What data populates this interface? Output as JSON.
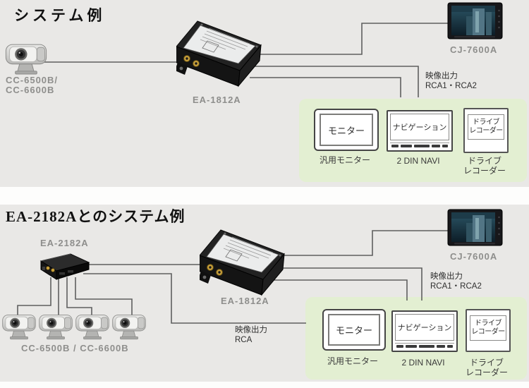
{
  "colors": {
    "section_bg": "#e9e8e6",
    "panel_green": "#e3efd2",
    "cable": "#5f5f5f",
    "model_label_gray": "#8e8e8c"
  },
  "s1": {
    "title": "システム例",
    "camera_model_l1": "CC-6500B/",
    "camera_model_l2": "CC-6600B",
    "converter_model": "EA-1812A",
    "head_unit_model": "CJ-7600A",
    "video_out_l1": "映像出力",
    "video_out_l2": "RCA1・RCA2",
    "panel": {
      "monitor_screen": "モニター",
      "monitor_caption": "汎用モニター",
      "nav_screen": "ナビゲーション",
      "nav_caption": "2 DIN NAVI",
      "dr_line1": "ドライブ",
      "dr_line2": "レコーダー",
      "dr_caption_l1": "ドライブ",
      "dr_caption_l2": "レコーダー"
    }
  },
  "s2": {
    "title": "EA-2182Aとのシステム例",
    "switcher_model": "EA-2182A",
    "camera_model": "CC-6500B / CC-6600B",
    "converter_model": "EA-1812A",
    "head_unit_model": "CJ-7600A",
    "video_out_rca_l1": "映像出力",
    "video_out_rca_l2": "RCA",
    "video_out_l1": "映像出力",
    "video_out_l2": "RCA1・RCA2",
    "panel": {
      "monitor_screen": "モニター",
      "monitor_caption": "汎用モニター",
      "nav_screen": "ナビゲーション",
      "nav_caption": "2 DIN NAVI",
      "dr_line1": "ドライブ",
      "dr_line2": "レコーダー",
      "dr_caption_l1": "ドライブ",
      "dr_caption_l2": "レコーダー"
    }
  }
}
